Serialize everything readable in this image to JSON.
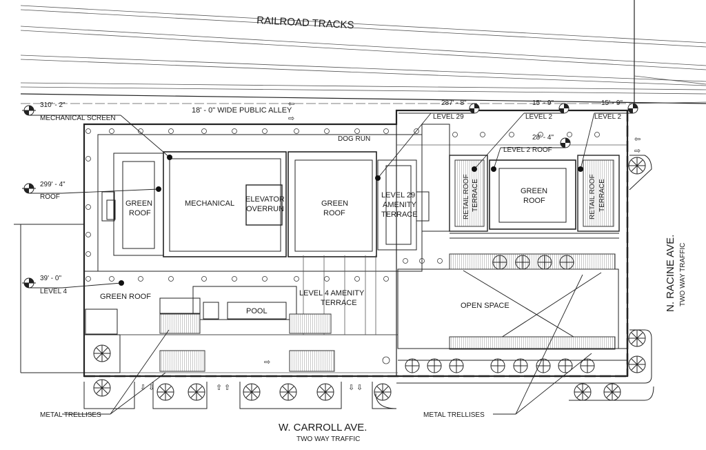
{
  "labels": {
    "railroad": "RAILROAD TRACKS",
    "alley": "18' - 0\" WIDE PUBLIC ALLEY",
    "dog_run": "DOG RUN",
    "mechanical": "MECHANICAL",
    "elevator_1": "ELEVATOR",
    "elevator_2": "OVERRUN",
    "green_roof_word": "GREEN",
    "roof_word": "ROOF",
    "level29_amenity_1": "LEVEL 29",
    "level29_amenity_2": "AMENITY",
    "level29_amenity_3": "TERRACE",
    "retail_roof": "RETAIL ROOF",
    "terrace": "TERRACE",
    "green_roof_low": "GREEN ROOF",
    "pool": "POOL",
    "level4_amenity_1": "LEVEL 4 AMENITY",
    "level4_amenity_2": "TERRACE",
    "open_space": "OPEN SPACE",
    "metal_trellises": "METAL TRELLISES",
    "carroll_name": "W. CARROLL AVE.",
    "carroll_traffic": "TWO WAY TRAFFIC",
    "racine_name": "N. RACINE AVE.",
    "racine_traffic": "TWO WAY TRAFFIC"
  },
  "elevations": {
    "mech_screen_value": "310' - 2\"",
    "mech_screen_label": "MECHANICAL SCREEN",
    "roof_value": "299' - 4\"",
    "roof_label": "ROOF",
    "level4_value": "39' - 0\"",
    "level4_label": "LEVEL 4",
    "level29_value": "287' - 8\"",
    "level29_label": "LEVEL 29",
    "level2a_value": "15' - 9\"",
    "level2a_label": "LEVEL 2",
    "level2b_value": "15' - 9\"",
    "level2b_label": "LEVEL 2",
    "level2roof_value": "28' - 4\"",
    "level2roof_label": "LEVEL 2 ROOF"
  },
  "symbols": {
    "arrow_left": "⇦",
    "arrow_right": "⇨",
    "arrow_down": "⇩",
    "arrow_up": "⇧"
  }
}
